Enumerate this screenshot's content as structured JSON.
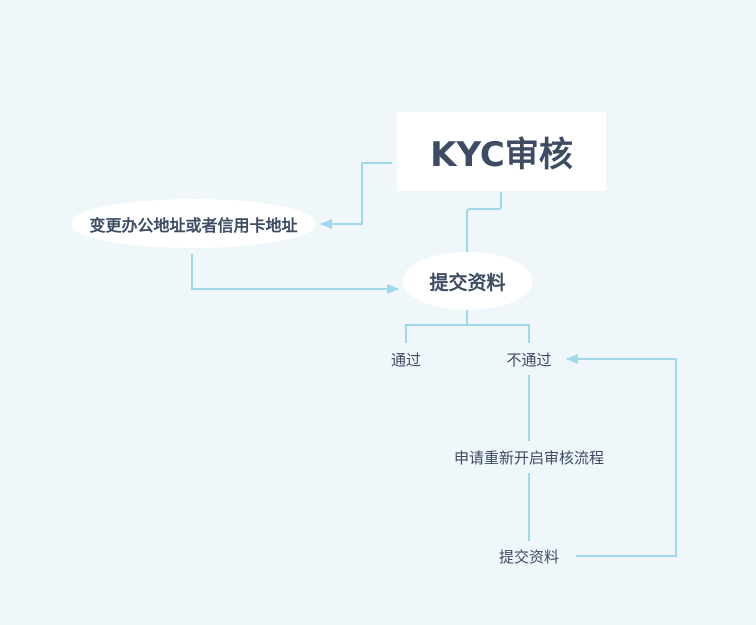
{
  "root": {
    "label": "KYC审核"
  },
  "nodes": {
    "change_address": "变更办公地址或者信用卡地址",
    "submit": "提交资料",
    "pass": "通过",
    "fail": "不通过",
    "reopen": "申请重新开启审核流程",
    "resubmit": "提交资料"
  },
  "colors": {
    "background": "#eff7fa",
    "connector": "#9ed8ea",
    "text": "#3d4b63",
    "node_fill": "#ffffff"
  }
}
